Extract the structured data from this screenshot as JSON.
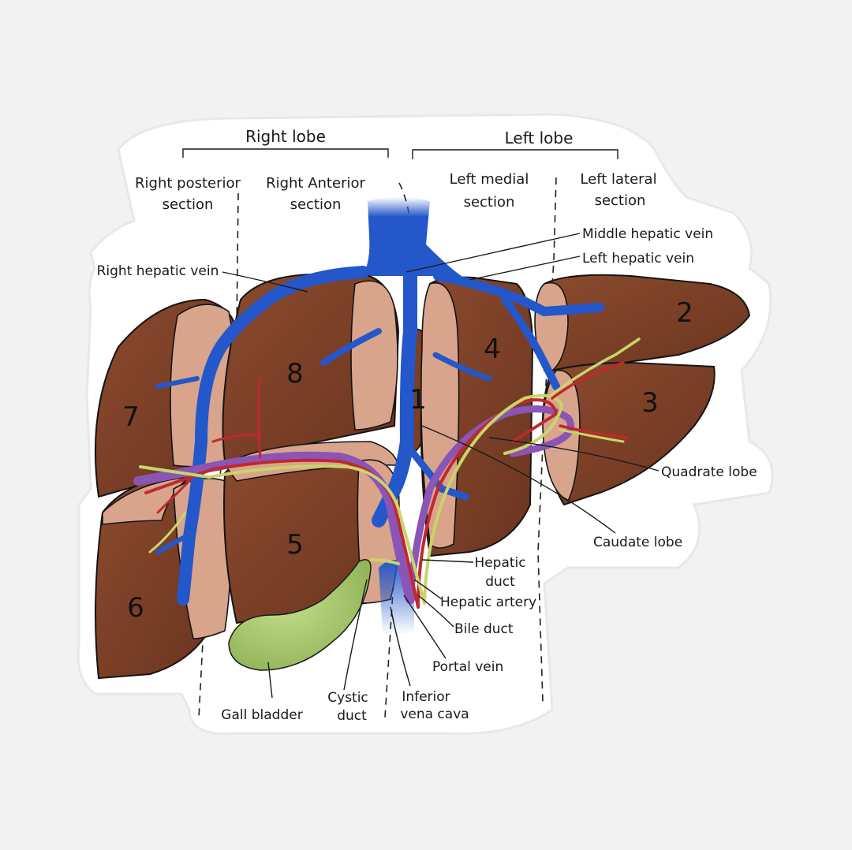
{
  "headers": {
    "right_lobe": "Right lobe",
    "left_lobe": "Left lobe"
  },
  "sections": {
    "right_posterior": [
      "Right posterior",
      "section"
    ],
    "right_anterior": [
      "Right Anterior",
      "section"
    ],
    "left_medial": [
      "Left medial",
      "section"
    ],
    "left_lateral": [
      "Left lateral",
      "section"
    ]
  },
  "segments": [
    "1",
    "2",
    "3",
    "4",
    "5",
    "6",
    "7",
    "8"
  ],
  "labels": {
    "right_hepatic_vein": "Right hepatic vein",
    "middle_hepatic_vein": "Middle hepatic vein",
    "left_hepatic_vein": "Left hepatic vein",
    "quadrate_lobe": "Quadrate lobe",
    "caudate_lobe": "Caudate lobe",
    "hepatic_duct": [
      "Hepatic",
      "duct"
    ],
    "hepatic_artery": "Hepatic artery",
    "bile_duct": "Bile duct",
    "portal_vein": "Portal vein",
    "gall_bladder": "Gall bladder",
    "cystic_duct": [
      "Cystic",
      "duct"
    ],
    "inferior_vena_cava": [
      "Inferior",
      "vena cava"
    ]
  },
  "colors": {
    "liver": "#7a3f27",
    "liver_cut": "#d9a48c",
    "vein": "#2457c9",
    "artery": "#c0282c",
    "bile": "#c9d46a",
    "portal": "#8a55b5",
    "gall_bladder": "#a5c46a",
    "sticker": "#ffffff"
  }
}
